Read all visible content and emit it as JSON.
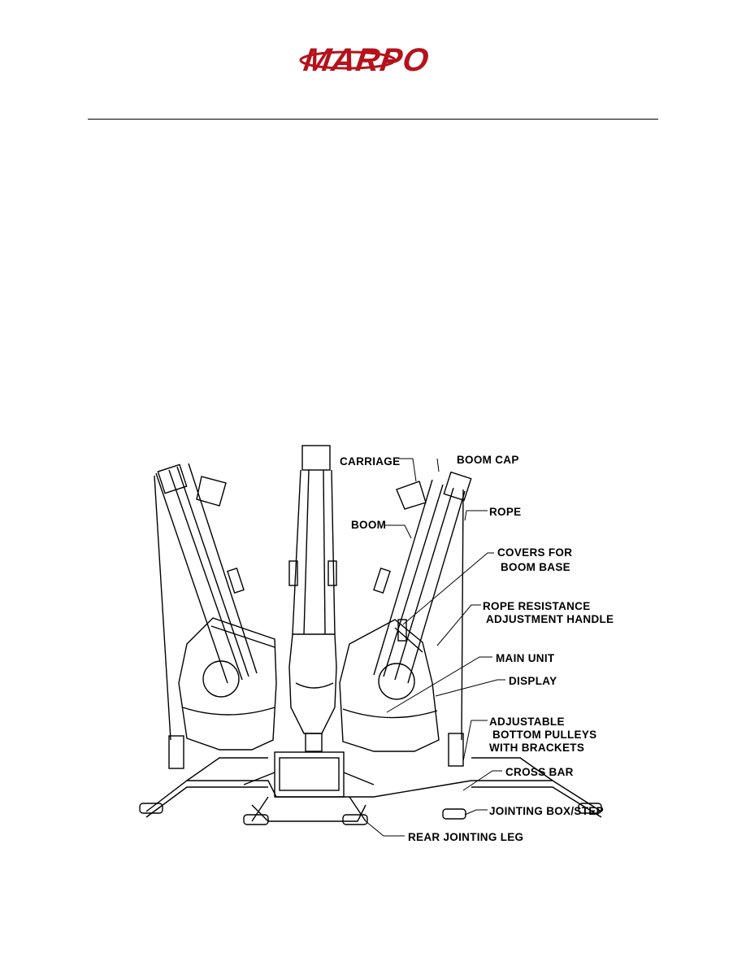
{
  "header": {
    "logo_text": "MARPO",
    "brand_color": "#b5121b"
  },
  "figure": {
    "labels": {
      "carriage": "CARRIAGE",
      "boom_cap": "BOOM CAP",
      "rope": "ROPE",
      "boom": "BOOM",
      "covers_line1": "COVERS FOR",
      "covers_line2": "BOOM BASE",
      "resistance_line1": "ROPE RESISTANCE",
      "resistance_line2": "ADJUSTMENT HANDLE",
      "main_unit": "MAIN UNIT",
      "display": "DISPLAY",
      "pulleys_line1": "ADJUSTABLE",
      "pulleys_line2": "BOTTOM PULLEYS",
      "pulleys_line3": "WITH BRACKETS",
      "cross_bar": "CROSS BAR",
      "jointing_box": "JOINTING BOX/STEP",
      "rear_leg": "REAR JOINTING LEG"
    }
  }
}
